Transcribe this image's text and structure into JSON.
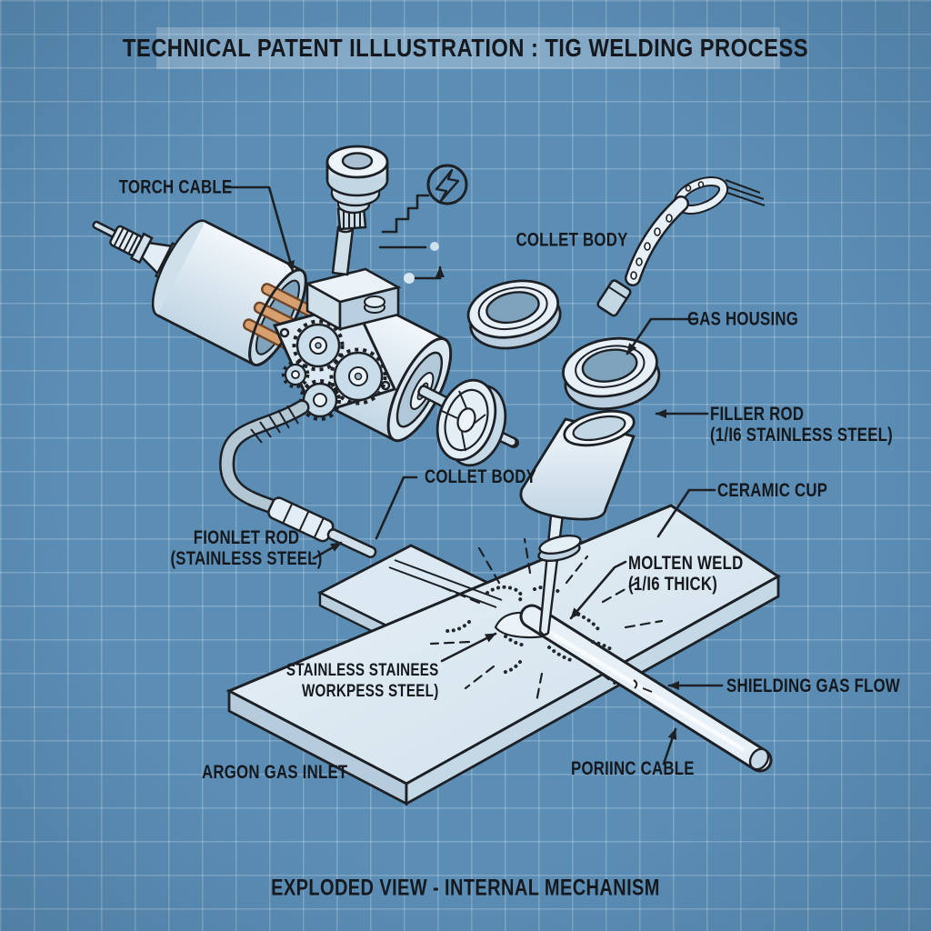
{
  "title": "TECHNICAL PATENT ILLLUSTRATION : TIG WELDING PROCESS",
  "caption": "EXPLODED VIEW - INTERNAL MECHANISM",
  "labels": {
    "torch_cable": {
      "lines": [
        "TORCH CABLE"
      ]
    },
    "collet_body_top": {
      "lines": [
        "COLLET BODY"
      ]
    },
    "gas_housing": {
      "lines": [
        "GAS HOUSING"
      ]
    },
    "filler_rod": {
      "lines": [
        "FILLER ROD",
        "(1/I6 STAINLESS STEEL)"
      ]
    },
    "ceramic_cup": {
      "lines": [
        "CERAMIC CUP"
      ]
    },
    "molten_weld": {
      "lines": [
        "MOLTEN WELD",
        "(1/I6 THICK)"
      ]
    },
    "shielding_gas": {
      "lines": [
        "SHIELDING GAS FLOW"
      ]
    },
    "poriinc_cable": {
      "lines": [
        "PORIINC CABLE"
      ]
    },
    "argon_gas": {
      "lines": [
        "ARGON GAS INLET"
      ]
    },
    "workpiece": {
      "lines": [
        "STAINLESS STAINEES",
        "WORKPESS STEEL)"
      ]
    },
    "fionlet_rod": {
      "lines": [
        "FIONLET ROD",
        "(STAINLESS STEEL)"
      ]
    },
    "collet_body_mid": {
      "lines": [
        "COLLET BODY"
      ]
    }
  },
  "icons": {
    "electric_arc": "lightning-icon"
  },
  "colors": {
    "background": "#5b8db5",
    "grid": "rgba(255,255,255,0.22)",
    "ink": "#1d2126",
    "metal_light": "#eef5fa",
    "metal_mid": "#cfe0eb",
    "metal_shadow": "#9fb8cb",
    "copper": "#d9a06f",
    "bore": "#7fa3bd",
    "hose": "#b3c6d3",
    "title_band": "rgba(231,242,248,0.30)"
  }
}
